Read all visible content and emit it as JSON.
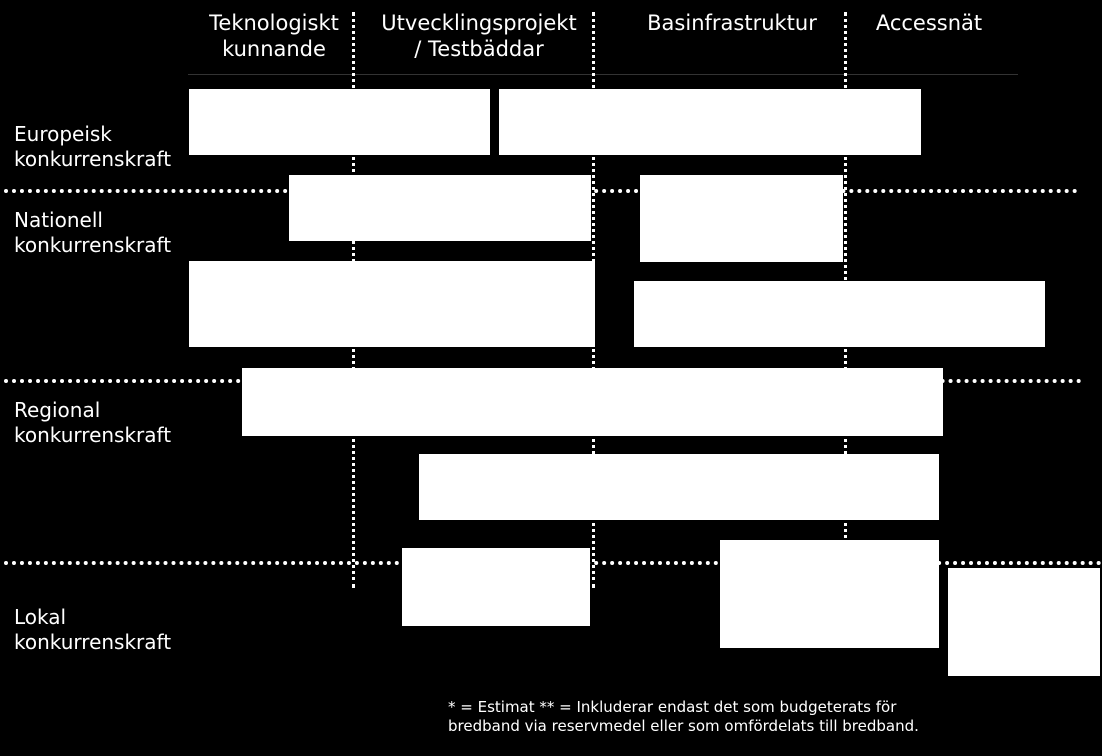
{
  "columns": [
    {
      "label": "Teknologiskt\nkunnande"
    },
    {
      "label": "Utvecklingsprojekt\n/ Testbäddar"
    },
    {
      "label": "Basinfrastruktur"
    },
    {
      "label": "Accessnät"
    }
  ],
  "rows": [
    {
      "label": "Europeisk\nkonkurrenskraft"
    },
    {
      "label": "Nationell\nkonkurrenskraft"
    },
    {
      "label": "Regional\nkonkurrenskraft"
    },
    {
      "label": "Lokal\nkonkurrenskraft"
    }
  ],
  "footnote": "* = Estimat ** = Inkluderar endast det som budgeterats för bredband via reservmedel eller som omfördelats till bredband."
}
